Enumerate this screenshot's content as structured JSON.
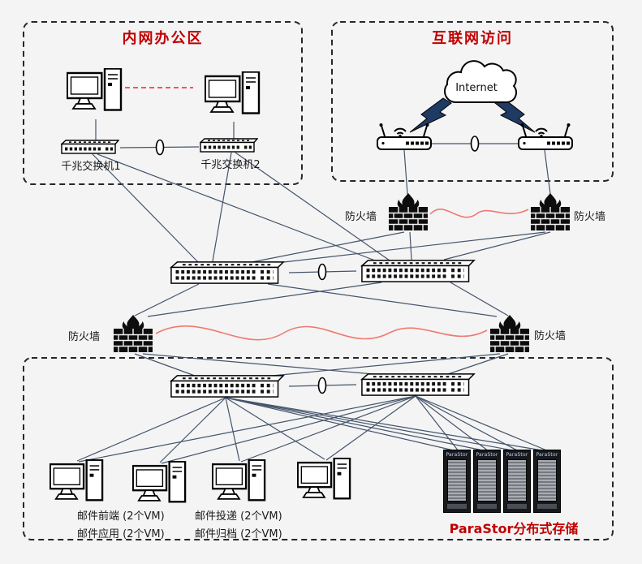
{
  "zones": {
    "office": {
      "title": "内网办公区",
      "switch1": "千兆交换机1",
      "switch2": "千兆交换机2"
    },
    "internet": {
      "title": "互联网访问",
      "cloud": "Internet"
    },
    "datacenter": {
      "mail_labels": [
        "邮件前端 (2个VM)",
        "邮件应用 (2个VM)",
        "邮件投递 (2个VM)",
        "邮件归档 (2个VM)"
      ],
      "storage_title": "ParaStor分布式存储",
      "rack_label": "ParaStor"
    }
  },
  "firewalls": {
    "top_left": "防火墙",
    "top_right": "防火墙",
    "mid_left": "防火墙",
    "mid_right": "防火墙"
  },
  "colors": {
    "title_red": "#c00000",
    "link_dark": "#44546a",
    "link_red_wave": "#ef7a70",
    "pc_link_red_dashed": "#ff1f1f"
  }
}
